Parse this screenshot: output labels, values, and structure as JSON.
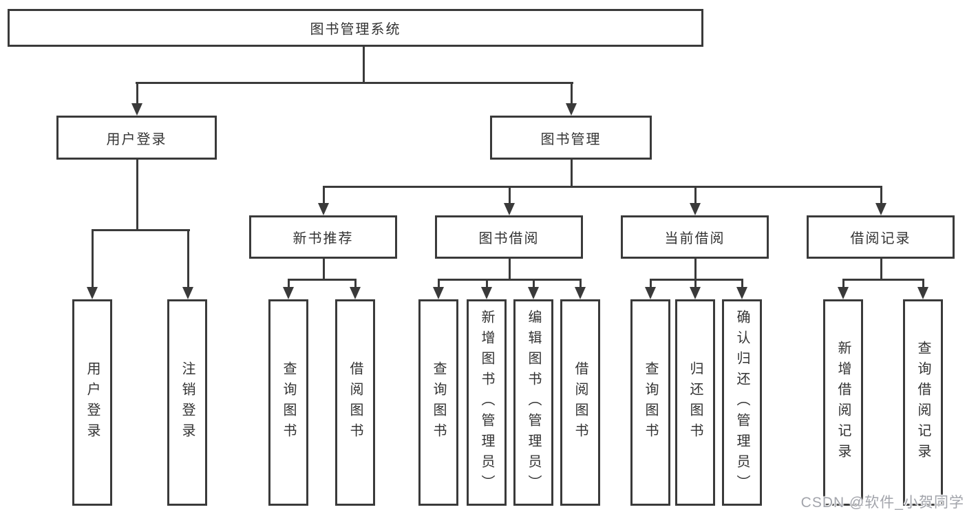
{
  "nodes": {
    "root": "图书管理系统",
    "user_login": "用户登录",
    "book_mgmt": "图书管理",
    "new_book_rec": "新书推荐",
    "book_borrow": "图书借阅",
    "current_borrow": "当前借阅",
    "borrow_records": "借阅记录",
    "ul_login": "用户登录",
    "ul_logout": "注销登录",
    "nbr_query": "查询图书",
    "nbr_borrow": "借阅图书",
    "bb_query": "查询图书",
    "bb_add": "新增图书（管理员）",
    "bb_edit": "编辑图书（管理员）",
    "bb_borrow": "借阅图书",
    "cb_query": "查询图书",
    "cb_return": "归还图书",
    "cb_confirm": "确认归还（管理员）",
    "br_add": "新增借阅记录",
    "br_query": "查询借阅记录"
  },
  "watermark": "CSDN @软件_小贺同学",
  "colors": {
    "line": "#3a3a3a",
    "text": "#333333",
    "background": "#ffffff",
    "watermark": "#a2a4ab"
  }
}
